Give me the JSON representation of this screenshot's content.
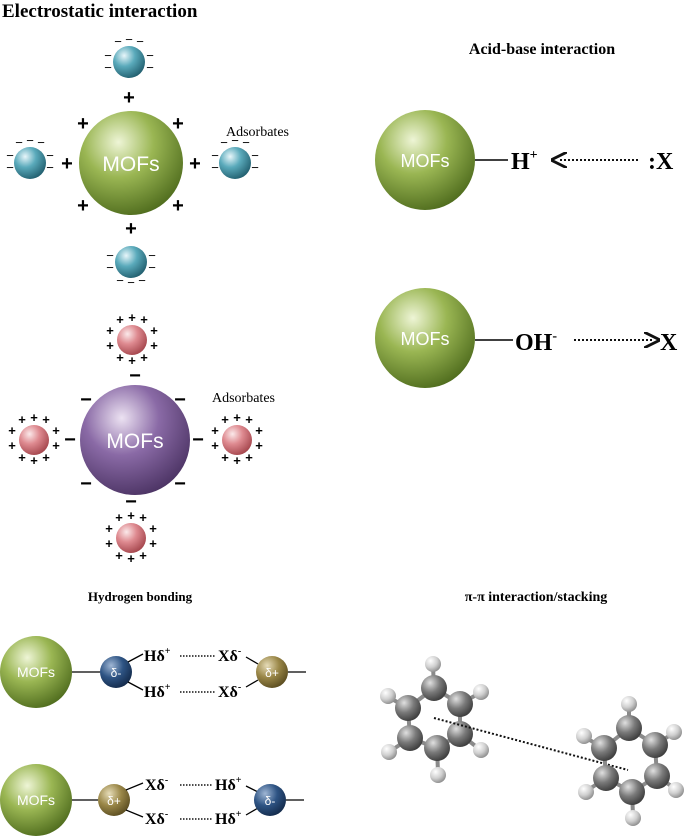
{
  "labels": {
    "electrostatic_title": "Electrostatic interaction",
    "acid_base_title": "Acid-base interaction",
    "hydrogen_title": "Hydrogen bonding",
    "pipi_title": "π-π interaction/stacking",
    "mofs": "MOFs",
    "adsorbates": "Adsorbates",
    "plus": "+",
    "minus": "−",
    "h_plus_base": "H",
    "h_plus_sup": "+",
    "lone_pair_x": ":X",
    "oh_base": "OH",
    "oh_sup": "-",
    "x": "X",
    "h_delta_base": "Hδ",
    "h_delta_sup": "+",
    "x_delta_base": "Xδ",
    "x_delta_sup": "-",
    "delta_minus": "δ-",
    "delta_plus": "δ+"
  },
  "colors": {
    "mofs_green": "#6f8f2f",
    "mofs_purple": "#6a4d84",
    "anion_blue": "#3f8ea0",
    "cation_red": "#d9777d",
    "delta_minus_blue": "#1f3f6a",
    "delta_plus_olive": "#7a6a36",
    "carbon_gray": "#6b6b6b",
    "hydrogen_gray": "#c2c2c2"
  }
}
